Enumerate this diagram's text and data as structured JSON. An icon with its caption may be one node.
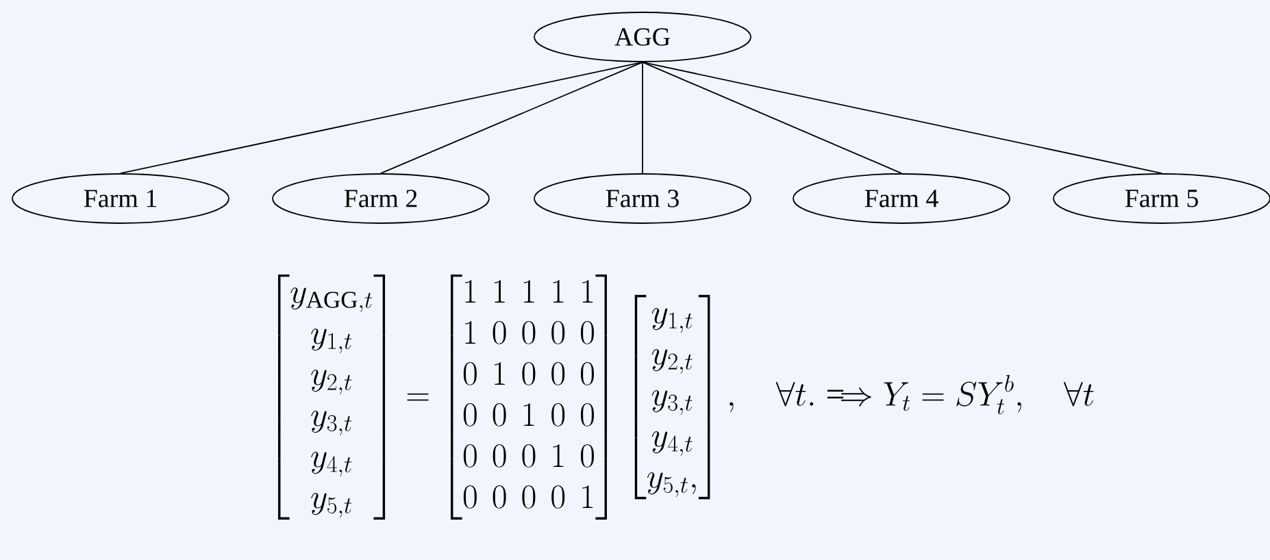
{
  "diagram": {
    "nodes": [
      {
        "text": [
          "AGG"
        ]
      },
      {
        "text": [
          "Farm 1"
        ]
      },
      {
        "text": [
          "Farm 2"
        ]
      },
      {
        "text": [
          "Farm 3"
        ]
      },
      {
        "text": [
          "Farm 4"
        ]
      },
      {
        "text": [
          "Farm 5"
        ]
      }
    ],
    "edges": [
      {
        "from": 0,
        "to": 1,
        "arrow": "none"
      },
      {
        "from": 0,
        "to": 2,
        "arrow": "none"
      },
      {
        "from": 0,
        "to": 3,
        "arrow": "none"
      },
      {
        "from": 0,
        "to": 4,
        "arrow": "none"
      },
      {
        "from": 0,
        "to": 5,
        "arrow": "none"
      }
    ],
    "labels": [
      "\\begin{bmatrix} y_{\\mathrm{AGG},t} \\\\ y_{1,t} \\\\ y_{2,t} \\\\ y_{3,t} \\\\ y_{4,t} \\\\ y_{5,t} \\end{bmatrix} = \\begin{bmatrix} 1 & 1 & 1 & 1 & 1 \\\\ 1 & 0 & 0 & 0 & 0 \\\\ 0 & 1 & 0 & 0 & 0 \\\\ 0 & 0 & 1 & 0 & 0 \\\\ 0 & 0 & 0 & 1 & 0 \\\\ 0 & 0 & 0 & 0 & 1 \\end{bmatrix} \\begin{bmatrix} y_{1,t} \\\\ y_{2,t} \\\\ y_{3,t} \\\\ y_{4,t} \\\\ y_{5,t}, \\end{bmatrix}, \\quad \\forall t. \\Longrightarrow Y_t = SY_t^b, \\quad \\forall t"
    ]
  }
}
